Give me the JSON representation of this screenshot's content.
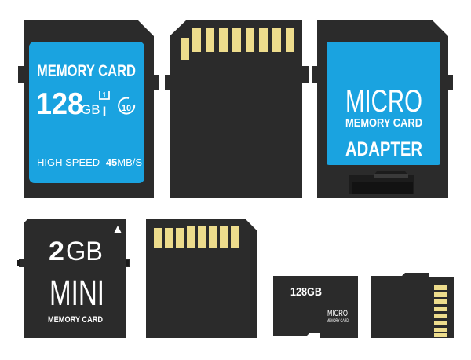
{
  "colors": {
    "card_body": "#2b2b2b",
    "label_blue": "#1aa3e0",
    "contact_gold": "#eddc8c",
    "white": "#ffffff",
    "background": "#ffffff"
  },
  "sd_card_front": {
    "brand": "MEMORY CARD",
    "capacity": "128",
    "unit": "GB",
    "uhs_class": "1",
    "uhs_mark": "I",
    "speed_class": "10",
    "speed_prefix": "HIGH SPEED",
    "speed_value": "45",
    "speed_unit": "MB/S"
  },
  "micro_adapter": {
    "line1": "MICRO",
    "line2": "MEMORY CARD",
    "line3": "ADAPTER"
  },
  "mini_card": {
    "capacity_number": "2",
    "capacity_unit": "GB",
    "type": "MINI",
    "label": "MEMORY CARD"
  },
  "micro_card": {
    "capacity": "128GB",
    "type": "MICRO",
    "label": "MEMORY CARD"
  },
  "icons": [
    "lock-notch",
    "write-protect-arrow-icon",
    "gold-contact-pins"
  ]
}
